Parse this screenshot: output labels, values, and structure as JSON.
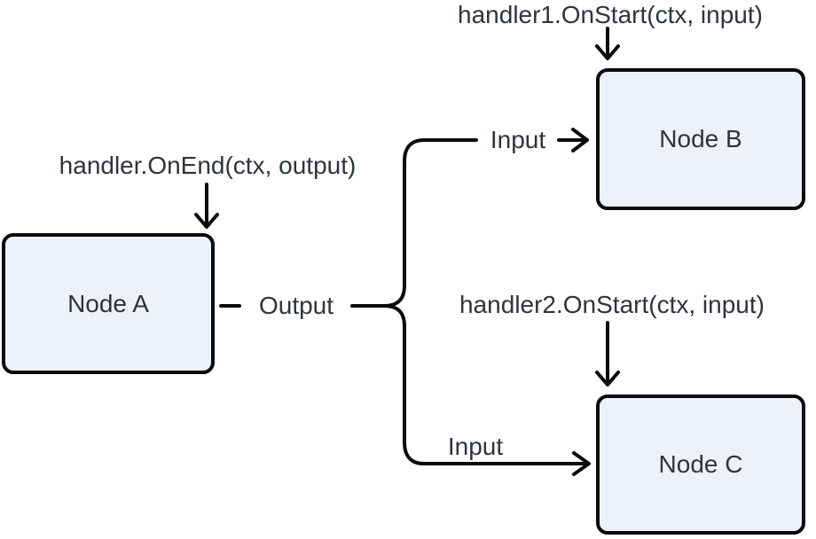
{
  "colors": {
    "node_fill": "#eef1fa",
    "stroke": "#0a0a0a",
    "text": "#2f343c"
  },
  "diagram": {
    "nodes": [
      {
        "id": "node-a",
        "label": "Node A"
      },
      {
        "id": "node-b",
        "label": "Node B"
      },
      {
        "id": "node-c",
        "label": "Node C"
      }
    ],
    "edge_labels": {
      "output": "Output",
      "input_b": "Input",
      "input_c": "Input"
    },
    "annotations": {
      "on_end": "handler.OnEnd(ctx, output)",
      "on_start1": "handler1.OnStart(ctx, input)",
      "on_start2": "handler2.OnStart(ctx, input)"
    }
  }
}
